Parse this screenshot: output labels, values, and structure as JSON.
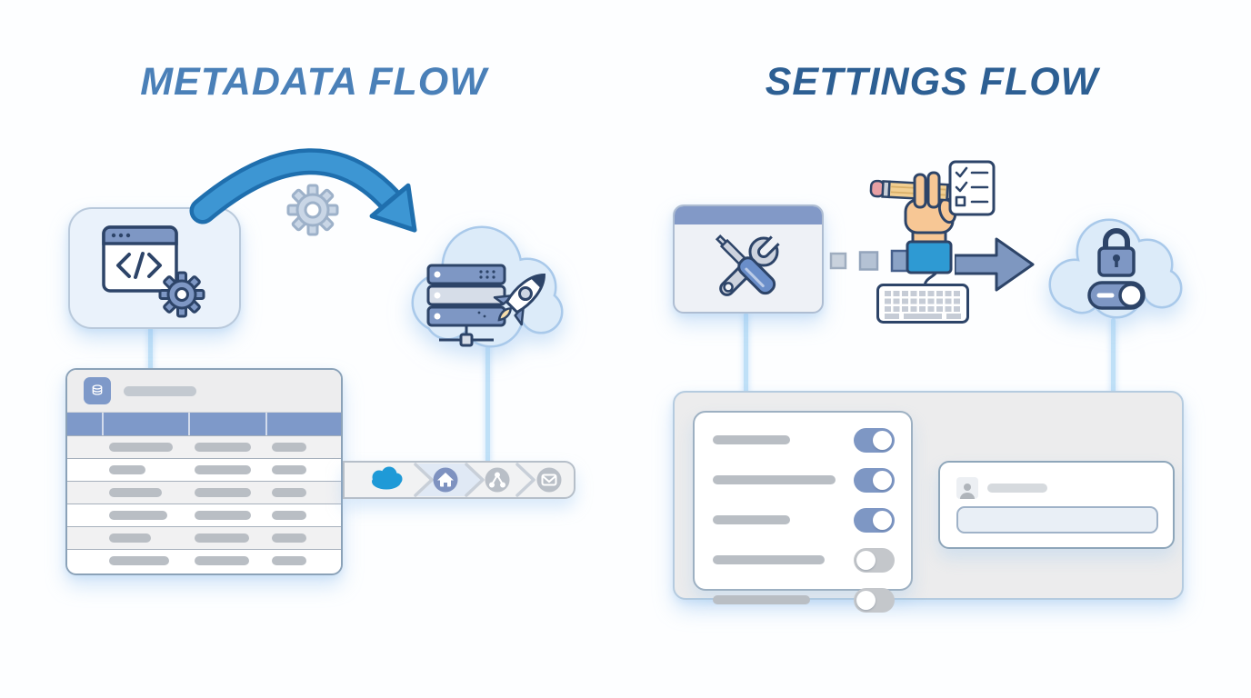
{
  "left_flow": {
    "title": "METADATA FLOW",
    "title_color": "#4a80b8",
    "source_node_icon": "code-window-gear-icon",
    "process_icon": "gear-icon",
    "arrow_icon": "curved-arrow-icon",
    "deploy_cloud_icons": [
      "server-stack-icon",
      "rocket-icon"
    ],
    "table": {
      "toolbar_icon": "database-icon",
      "header_columns": 4,
      "rows": [
        {
          "pills": [
            70,
            62,
            38
          ]
        },
        {
          "pills": [
            40,
            62,
            38
          ]
        },
        {
          "pills": [
            58,
            62,
            38
          ]
        },
        {
          "pills": [
            64,
            62,
            38
          ]
        },
        {
          "pills": [
            46,
            60,
            38
          ]
        },
        {
          "pills": [
            66,
            60,
            38
          ]
        }
      ]
    },
    "pipeline_steps": [
      {
        "icon": "salesforce-cloud-icon",
        "color": "#1f9ad7"
      },
      {
        "icon": "home-icon",
        "color": "#7e92c0"
      },
      {
        "icon": "share-icon",
        "color": "#b9bfc7"
      },
      {
        "icon": "mail-icon",
        "color": "#b9bfc7"
      }
    ]
  },
  "right_flow": {
    "title": "SETTINGS FLOW",
    "title_color": "#2d5f93",
    "source_node_icon": "tools-window-icon",
    "edit_icons": [
      "hand-pencil-icon",
      "checklist-icon",
      "keyboard-icon"
    ],
    "arrow_icon": "dashed-block-arrow-icon",
    "target_cloud_icons": [
      "lock-icon",
      "toggle-on-icon"
    ],
    "settings_list": {
      "items": [
        {
          "label_width": 85,
          "state": "on"
        },
        {
          "label_width": 135,
          "state": "on"
        },
        {
          "label_width": 85,
          "state": "on"
        },
        {
          "label_width": 123,
          "state": "off"
        },
        {
          "label_width": 107,
          "state": "off"
        }
      ]
    },
    "form": {
      "icon": "user-icon",
      "input_value": "",
      "input_placeholder": ""
    }
  },
  "colors": {
    "navy_outline": "#2d4468",
    "slate_blue": "#7e97c4",
    "bright_blue_arrow": "#3d96d3",
    "arrow_border": "#1f6fae",
    "cloud_fill": "#dcebf9",
    "cloud_border": "#a9c9ea",
    "connector_blue": "#bfe0f7",
    "salesforce_blue": "#1f9ad7",
    "sleeve_blue": "#2e9ad3",
    "panel_gray": "#ececed",
    "pill_gray": "#b9bec4"
  }
}
